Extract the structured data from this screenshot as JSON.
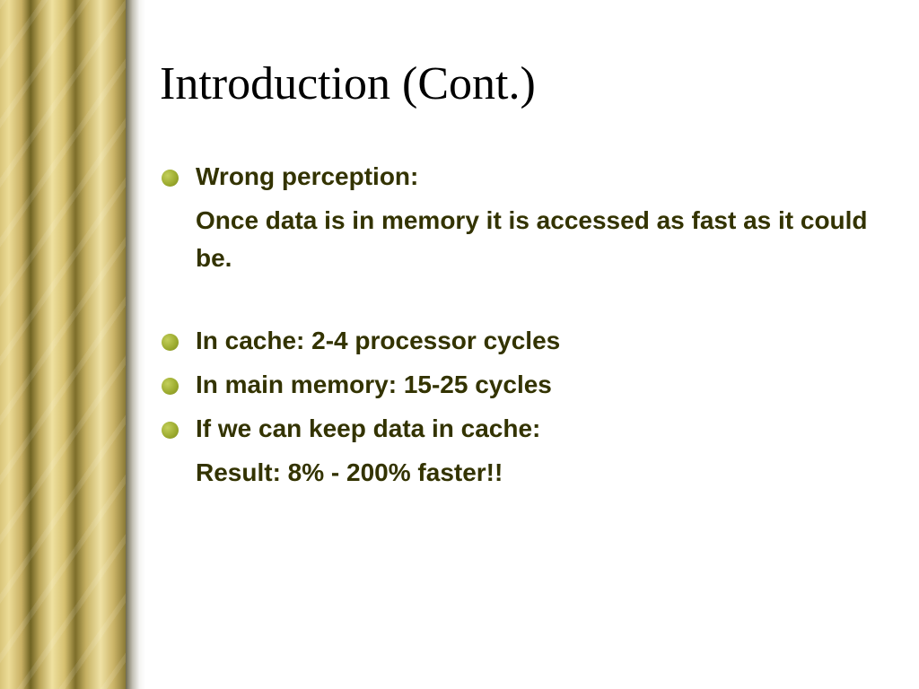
{
  "slide": {
    "title": "Introduction (Cont.)",
    "accent_color": "#999933",
    "text_color": "#333300",
    "items": [
      {
        "text": "Wrong perception:"
      },
      {
        "sub": "Once data is in memory it is accessed as fast as it could be."
      },
      {
        "text": "In cache: 2-4 processor cycles"
      },
      {
        "text": "In main memory: 15-25 cycles"
      },
      {
        "text": "If we can keep data in cache:"
      },
      {
        "sub": "Result: 8% - 200% faster!!"
      }
    ]
  }
}
